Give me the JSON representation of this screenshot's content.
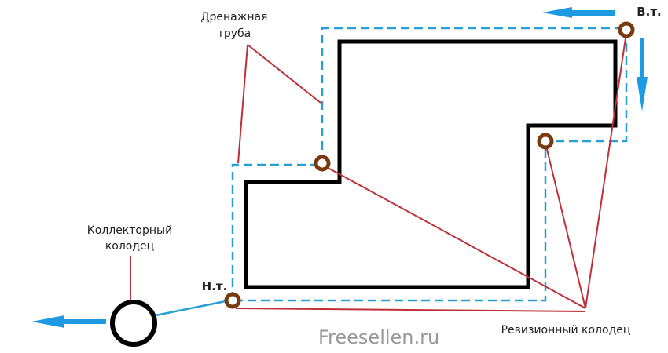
{
  "labels": {
    "drain_pipe_line1": "Дренажная",
    "drain_pipe_line2": "труба",
    "collector_well_line1": "Коллекторный",
    "collector_well_line2": "колодец",
    "low_point": "Н.т.",
    "high_point": "В.т.",
    "inspection_well": "Ревизионный колодец",
    "watermark": "Freesellen.ru"
  },
  "colors": {
    "building": "#000000",
    "drain": "#2a9fd6",
    "leader": "#c0303a",
    "manhole": "#7a3a10",
    "arrow": "#1e9be0"
  }
}
